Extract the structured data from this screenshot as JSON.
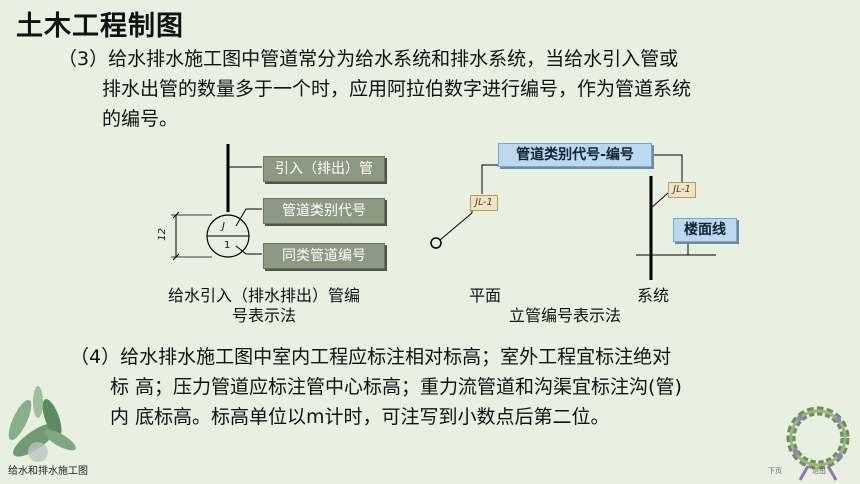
{
  "title": "土木工程制图",
  "para3": {
    "line1": "（3）给水排水施工图中管道常分为给水系统和排水系统，当给水引入管或",
    "line2": "排水出管的数量多于一个时，应用阿拉伯数字进行编号，作为管道系统",
    "line3": "的编号。"
  },
  "left_diagram": {
    "labels": [
      "引入（排出）管",
      "管道类别代号",
      "同类管道编号"
    ],
    "circle_top": "J",
    "circle_bottom": "1",
    "dimension": "12",
    "caption_line1": "给水引入（排水排出）管编",
    "caption_line2": "号表示法"
  },
  "right_diagram": {
    "header_label": "管道类别代号-编号",
    "tag_plan": "JL-1",
    "tag_system": "JL-1",
    "floor_label": "楼面线",
    "plan_label": "平面",
    "system_label": "系统",
    "caption": "立管编号表示法"
  },
  "para4": {
    "line1": "（4）给水排水施工图中室内工程应标注相对标高；室外工程宜标注绝对",
    "line2": "标 高；压力管道应标注管中心标高；重力流管道和沟渠宜标注沟(管)",
    "line3": "内 底标高。标高单位以m计时，可注写到小数点后第二位。"
  },
  "footer": {
    "text": "给水和排水施工图",
    "nav_prev": "下页",
    "nav_exit": "退出"
  }
}
